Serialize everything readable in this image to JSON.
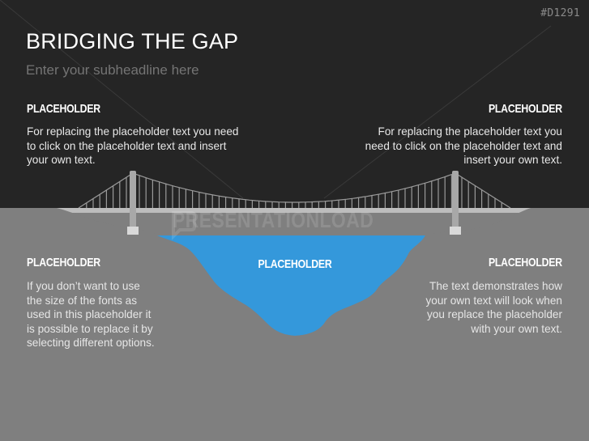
{
  "slide": {
    "id_label": "#D1291",
    "title": "BRIDGING THE GAP",
    "subtitle": "Enter your subheadline here",
    "watermark": "PRESENTATIONLOAD"
  },
  "colors": {
    "top_background": "#252525",
    "ground": "#7f7f7f",
    "water": "#3498db",
    "bridge": "#bdbdbd",
    "tower": "#a8a8a8",
    "cable": "#9a9a9a"
  },
  "blocks": {
    "top_left": {
      "heading": "PLACEHOLDER",
      "lines": [
        "For replacing the placeholder text you need",
        "to click on the placeholder text  and insert",
        "your own text."
      ]
    },
    "top_right": {
      "heading": "PLACEHOLDER",
      "lines": [
        "For replacing the placeholder text you",
        "need to click on the placeholder text  and",
        "insert your own text."
      ]
    },
    "bottom_left": {
      "heading": "PLACEHOLDER",
      "lines": [
        "If you don’t want to use",
        "the size of the fonts as",
        "used in this placeholder it",
        "is possible to replace it by",
        "selecting different options."
      ]
    },
    "bottom_right": {
      "heading": "PLACEHOLDER",
      "lines": [
        "The text demonstrates how",
        "your own text will look when",
        "you replace the placeholder",
        "with your own text."
      ]
    },
    "water": {
      "heading": "PLACEHOLDER"
    }
  },
  "icons": {
    "logo": "speech-bubble-logo-icon"
  }
}
